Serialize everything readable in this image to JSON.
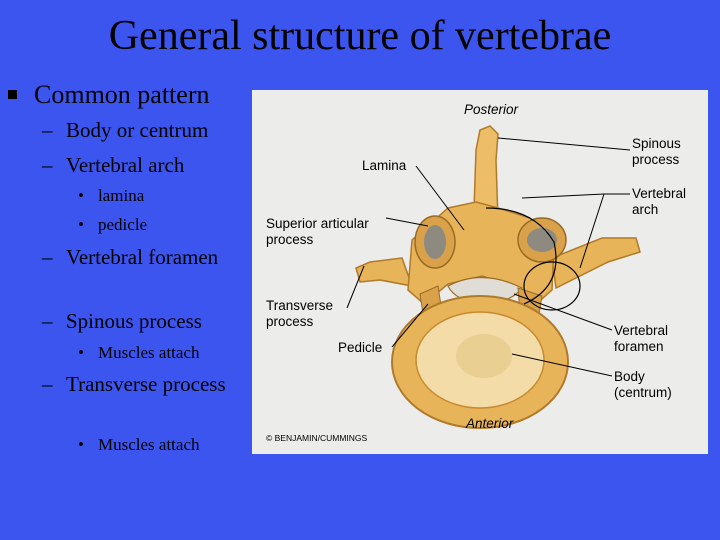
{
  "slide": {
    "title": "General structure of vertebrae",
    "bullet_main": "Common pattern",
    "items": [
      {
        "level": 2,
        "text": "Body or centrum"
      },
      {
        "level": 2,
        "text": "Vertebral arch"
      },
      {
        "level": 3,
        "text": "lamina"
      },
      {
        "level": 3,
        "text": "pedicle"
      },
      {
        "level": 2,
        "text": "Vertebral foramen"
      },
      {
        "level": 2,
        "text": "Spinous process"
      },
      {
        "level": 3,
        "text": "Muscles attach"
      },
      {
        "level": 2,
        "text": "Transverse process"
      },
      {
        "level": 3,
        "text": "Muscles attach"
      }
    ],
    "dash": "–",
    "dot": "•"
  },
  "figure": {
    "labels": {
      "posterior": "Posterior",
      "anterior": "Anterior",
      "lamina": "Lamina",
      "spinous_process": [
        "Spinous",
        "process"
      ],
      "vertebral_arch": [
        "Vertebral",
        "arch"
      ],
      "superior_articular_process": [
        "Superior articular",
        "process"
      ],
      "transverse_process": [
        "Transverse",
        "process"
      ],
      "pedicle": "Pedicle",
      "vertebral_foramen": [
        "Vertebral",
        "foramen"
      ],
      "body_centrum": [
        "Body",
        "(centrum)"
      ]
    },
    "credit": "© BENJAMIN/CUMMINGS",
    "colors": {
      "bone": "#e8b45a",
      "bone_dark": "#c98a2e",
      "body_inner": "#f3dca8",
      "background": "#ececea"
    }
  }
}
